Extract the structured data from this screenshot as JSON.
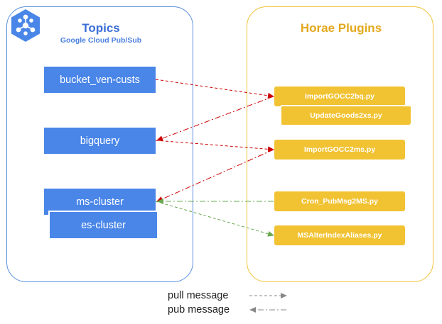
{
  "topics_panel": {
    "title": "Topics",
    "subtitle": "Google Cloud Pub/Sub",
    "items": [
      "bucket_ven-custs",
      "bigquery",
      "ms-cluster",
      "es-cluster"
    ]
  },
  "plugins_panel": {
    "title": "Horae Plugins",
    "items": [
      "ImportGOCC2bq.py",
      "UpdateGoods2xs.py",
      "ImportGOCC2ms.py",
      "Cron_PubMsg2MS.py",
      "MSAlterIndexAliases.py"
    ]
  },
  "legend": {
    "pull": "pull message",
    "pub": "pub message"
  },
  "colors": {
    "topic_fill": "#4a86e8",
    "plugin_fill": "#f1c232",
    "topics_border": "#5b8fe0",
    "plugins_border": "#f0c33a",
    "pull_red": "#cc0000",
    "pub_green": "#6aa84f"
  },
  "logo_icon": "pubsub-hexagon-icon"
}
